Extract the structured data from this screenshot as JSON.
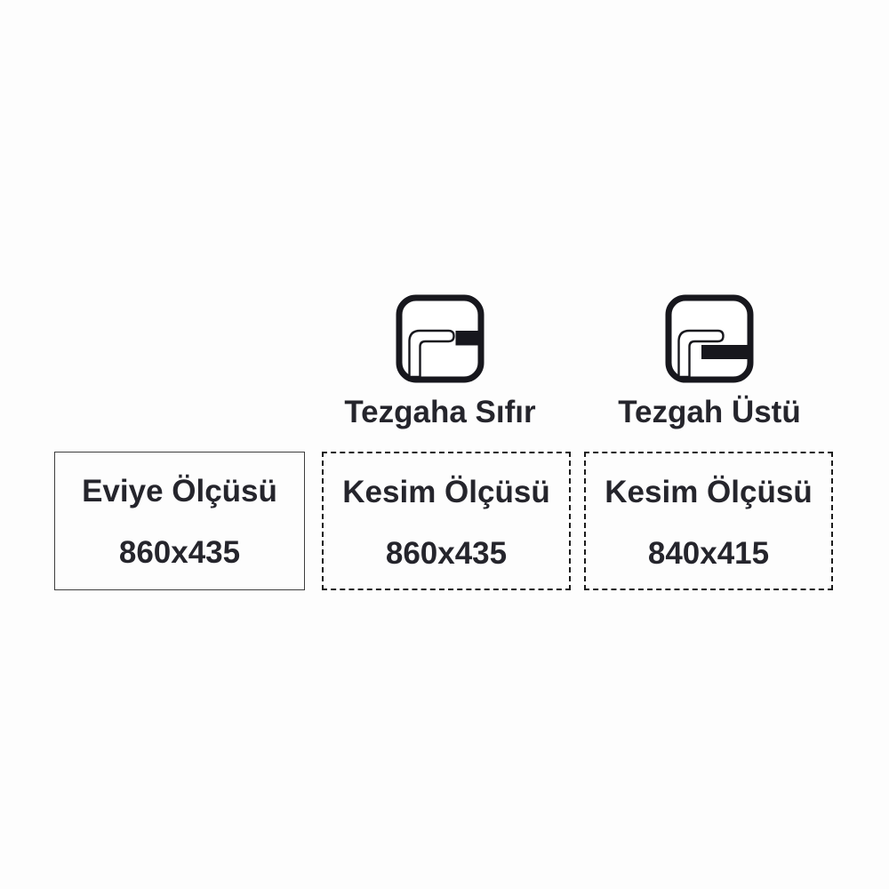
{
  "diagram": {
    "mount_types": [
      {
        "label": "Tezgaha Sıfır",
        "icon": "sink-flush-mount-icon"
      },
      {
        "label": "Tezgah Üstü",
        "icon": "sink-top-mount-icon"
      }
    ],
    "boxes": [
      {
        "title": "Eviye Ölçüsü",
        "value": "860x435",
        "border": "solid"
      },
      {
        "title": "Kesim Ölçüsü",
        "value": "860x435",
        "border": "dashed"
      },
      {
        "title": "Kesim Ölçüsü",
        "value": "840x415",
        "border": "dashed"
      }
    ],
    "colors": {
      "background": "#fdfdfd",
      "text": "#25252c",
      "icon_stroke": "#17171d",
      "solid_border": "#3e3e3e",
      "dashed_border": "#1b1b1b"
    }
  }
}
